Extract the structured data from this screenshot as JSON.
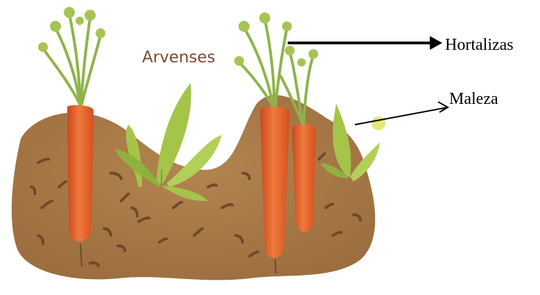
{
  "title": "Arvenses",
  "labels": {
    "crop": "Hortalizas",
    "weed": "Maleza"
  },
  "colors": {
    "soil": "#a8794a",
    "soil_dark": "#7a5430",
    "carrot": "#ee6a30",
    "carrot_dark": "#c9481d",
    "carrot_top": "#8fb34a",
    "weed_leaf": "#a4c44a",
    "weed_leaf_dark": "#7fa032",
    "title_text": "#7b4a2e",
    "arrow": "#000000",
    "label_text": "#000000"
  },
  "icons": [
    "carrot-icon",
    "weed-icon",
    "arrow-icon",
    "soil-icon"
  ]
}
